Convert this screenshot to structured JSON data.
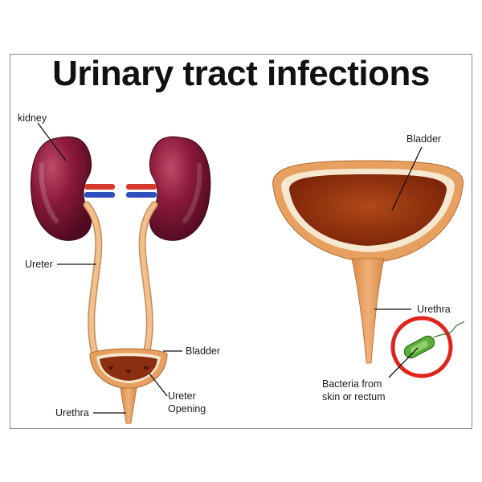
{
  "title": "Urinary tract infections",
  "labels": {
    "kidney": "kidney",
    "ureter": "Ureter",
    "bladder_left": "Bladder",
    "ureter_opening_line1": "Ureter",
    "ureter_opening_line2": "Opening",
    "urethra_left": "Urethra",
    "bladder_right": "Bladder",
    "urethra_right": "Urethra",
    "bacteria_line1": "Bacteria from",
    "bacteria_line2": "skin or rectum"
  },
  "colors": {
    "kidney": "#8b1a3a",
    "ureter": "#e9b57f",
    "bladder_outer": "#e8a060",
    "bladder_inner": "#8a2a0e",
    "artery": "#d63a2a",
    "vein": "#2d4fbf",
    "warning_ring": "#e0241c",
    "bacteria": "#5cae3a"
  },
  "icons": [
    "kidney-illustration",
    "bladder-illustration",
    "bacteria-icon"
  ]
}
